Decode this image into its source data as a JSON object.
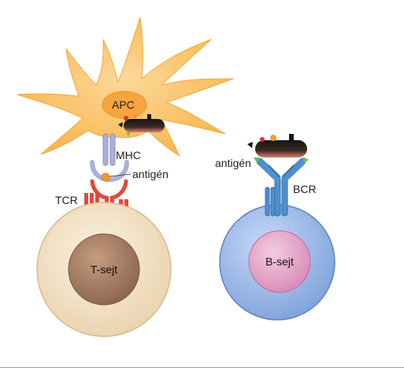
{
  "labels": {
    "apc": "APC",
    "mhc": "MHC",
    "antigen_t": "antigén",
    "tcr": "TCR",
    "t_cell": "T-sejt",
    "antigen_b": "antigén",
    "bcr": "BCR",
    "b_cell": "B-sejt"
  },
  "colors": {
    "apc_body": "#fbc15e",
    "apc_nucleus": "#f6a53e",
    "mhc": "#aab0d8",
    "tcr": "#e24a3b",
    "t_cell_outer": "#f5e6cc",
    "t_cell_nucleus": "#a67c62",
    "bcr": "#4f8fcf",
    "b_cell_outer": "#a5c2ee",
    "b_cell_nucleus": "#e6a4c7",
    "antigen_dot": "#f29a2e"
  }
}
